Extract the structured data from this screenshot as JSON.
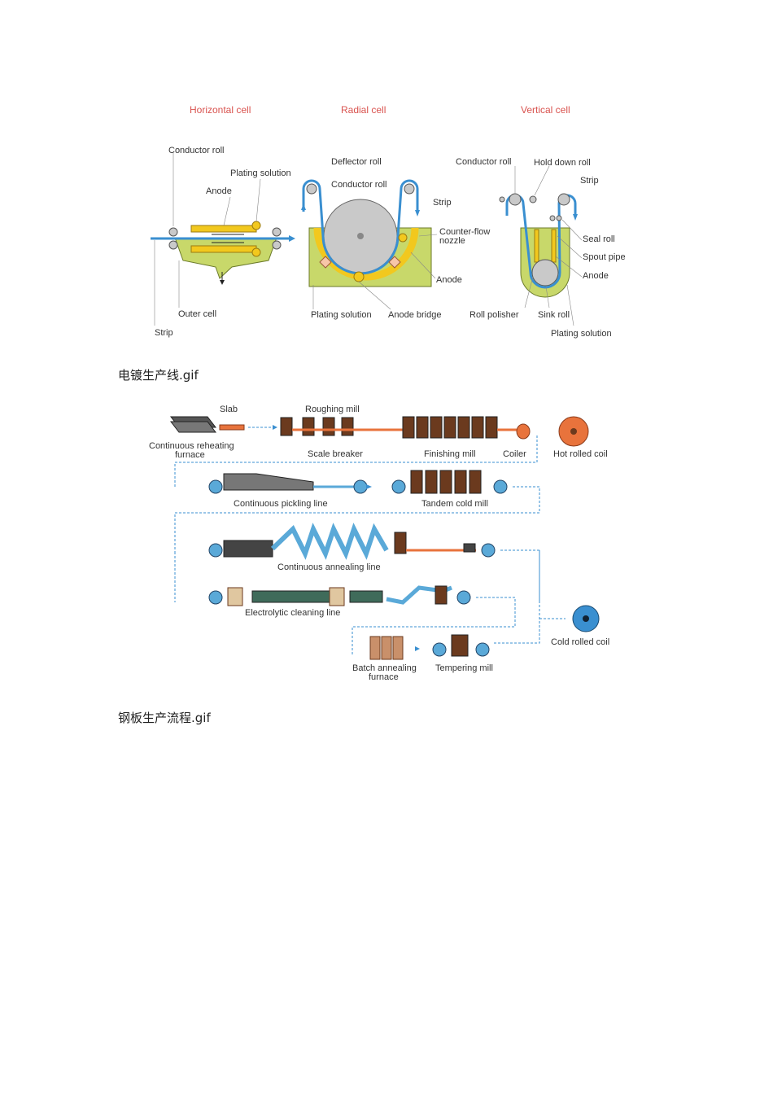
{
  "figure1": {
    "titles": {
      "horizontal": "Horizontal cell",
      "radial": "Radial cell",
      "vertical": "Vertical cell"
    },
    "horizontal": {
      "conductor_roll": "Conductor roll",
      "plating_solution": "Plating solution",
      "anode": "Anode",
      "outer_cell": "Outer cell",
      "strip": "Strip"
    },
    "radial": {
      "deflector_roll": "Deflector roll",
      "conductor_roll": "Conductor roll",
      "strip": "Strip",
      "counter_flow_nozzle_1": "Counter-flow",
      "counter_flow_nozzle_2": "nozzle",
      "anode": "Anode",
      "plating_solution": "Plating solution",
      "anode_bridge": "Anode bridge"
    },
    "vertical": {
      "conductor_roll": "Conductor roll",
      "hold_down_roll": "Hold down roll",
      "strip": "Strip",
      "seal_roll": "Seal roll",
      "spout_pipe": "Spout pipe",
      "anode": "Anode",
      "roll_polisher": "Roll polisher",
      "sink_roll": "Sink roll",
      "plating_solution": "Plating solution"
    }
  },
  "caption1": "电镀生产线.gif",
  "figure2": {
    "slab": "Slab",
    "roughing_mill": "Roughing mill",
    "reheating_furnace_1": "Continuous reheating",
    "reheating_furnace_2": "furnace",
    "scale_breaker": "Scale breaker",
    "finishing_mill": "Finishing mill",
    "coiler": "Coiler",
    "hot_rolled_coil": "Hot rolled coil",
    "pickling_line": "Continuous pickling line",
    "tandem_cold_mill": "Tandem cold mill",
    "annealing_line": "Continuous annealing line",
    "cleaning_line": "Electrolytic cleaning line",
    "cold_rolled_coil": "Cold rolled coil",
    "batch_annealing_1": "Batch annealing",
    "batch_annealing_2": "furnace",
    "tempering_mill": "Tempering mill"
  },
  "caption2": "钢板生产流程.gif",
  "colors": {
    "strip_blue": "#3a8fd0",
    "anode_yellow": "#f2c81e",
    "cell_green": "#c8d86a",
    "roll_grey": "#c9c9c9",
    "mill_brown": "#6b3a1e",
    "hot_orange": "#e8733c",
    "coil_blue": "#5aa9d8",
    "title_red": "#d9534f"
  }
}
